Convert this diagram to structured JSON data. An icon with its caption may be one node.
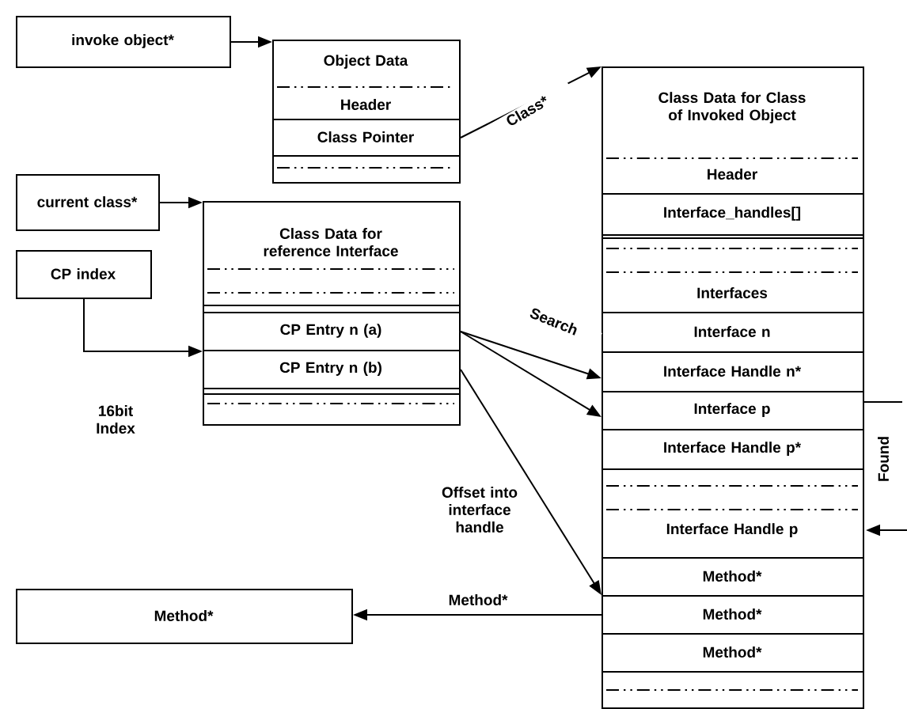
{
  "diagram": {
    "nodes": [
      {
        "text": [
          "invoke object*"
        ]
      },
      {
        "text": [
          "Object Data",
          "Header"
        ]
      },
      {
        "text": [
          "Class Pointer"
        ],
        "in": 1
      },
      {
        "text": [
          "current class*"
        ]
      },
      {
        "text": [
          "CP index"
        ]
      },
      {
        "text": [
          "Class Data for reference Interface"
        ]
      },
      {
        "text": [
          "CP Entry n (a)"
        ],
        "in": 5
      },
      {
        "text": [
          "CP Entry n (b)"
        ],
        "in": 5
      },
      {
        "text": [
          "Class Data for Class of Invoked Object",
          "Header"
        ]
      },
      {
        "text": [
          "Interface_handles[]"
        ],
        "in": 8
      },
      {
        "text": [
          "Interfaces"
        ],
        "in": 8
      },
      {
        "text": [
          "Interface n"
        ],
        "in": 8
      },
      {
        "text": [
          "Interface Handle n*"
        ],
        "in": 8
      },
      {
        "text": [
          "Interface p"
        ],
        "in": 8
      },
      {
        "text": [
          "Interface Handle p*"
        ],
        "in": 8
      },
      {
        "text": [
          "Interface Handle p"
        ],
        "in": 8
      },
      {
        "text": [
          "Method*"
        ],
        "in": 8
      },
      {
        "text": [
          "Method*"
        ],
        "in": 8
      },
      {
        "text": [
          "Method*"
        ],
        "in": 8
      },
      {
        "text": [
          "Method*"
        ]
      }
    ],
    "edges": [
      {
        "from": 0,
        "to": 1,
        "arrow": "to"
      },
      {
        "from": 2,
        "to": 8,
        "arrow": "to",
        "label": "Class*"
      },
      {
        "from": 3,
        "to": 5,
        "arrow": "to"
      },
      {
        "from": 4,
        "to": 6,
        "arrow": "to"
      },
      {
        "from": 6,
        "to": 12,
        "arrow": "to",
        "label": "Search"
      },
      {
        "from": 6,
        "to": 13,
        "arrow": "to"
      },
      {
        "from": 7,
        "to": 17,
        "arrow": "to",
        "label": "Offset into interface handle"
      },
      {
        "from": 17,
        "to": 19,
        "arrow": "to",
        "label": "Method*"
      },
      {
        "from": null,
        "to": 15,
        "arrow": "to",
        "label": "Found"
      }
    ],
    "labels": [
      "16bit Index"
    ]
  }
}
